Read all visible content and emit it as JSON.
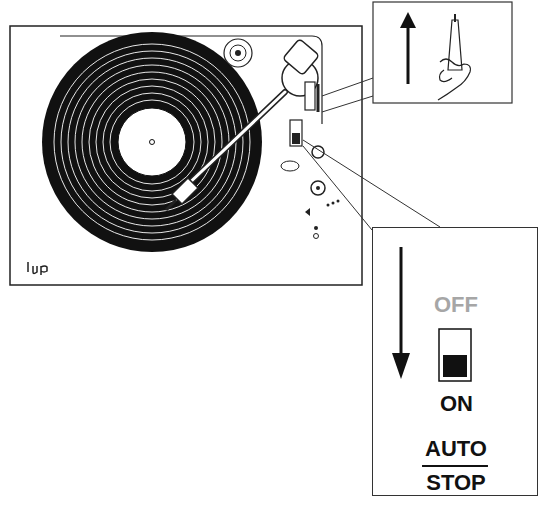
{
  "diagram": {
    "nodes": [
      {
        "text": [
          "OFF",
          "ON",
          "AUTO STOP"
        ]
      }
    ]
  }
}
